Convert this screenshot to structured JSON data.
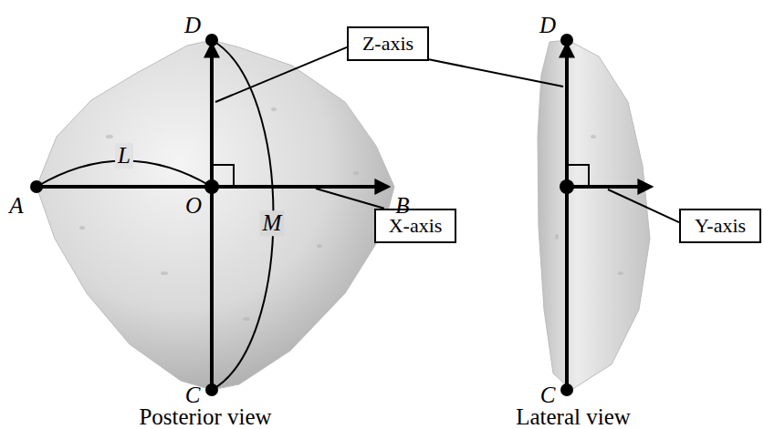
{
  "diagram": {
    "nodes": [
      {
        "text": [
          "Z-axis"
        ]
      },
      {
        "text": [
          "X-axis"
        ]
      },
      {
        "text": [
          "Y-axis"
        ]
      }
    ],
    "labels": [
      "D",
      "D",
      "L",
      "A",
      "O",
      "M",
      "B",
      "C",
      "C",
      "Posterior view",
      "Lateral view"
    ]
  }
}
